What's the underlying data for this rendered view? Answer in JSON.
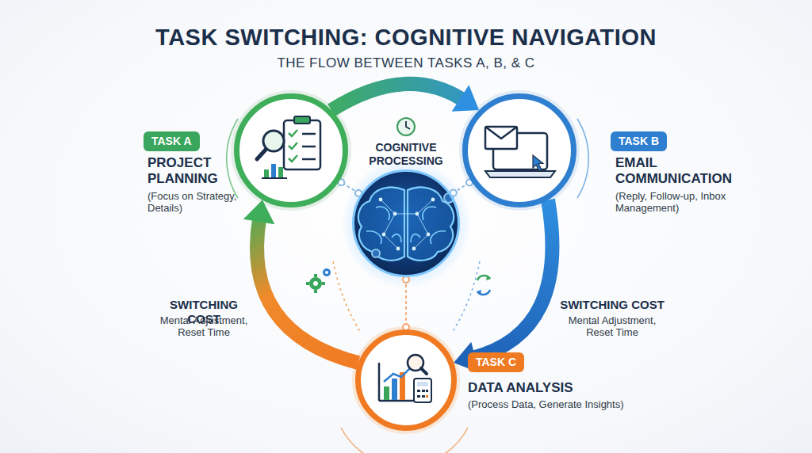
{
  "diagram": {
    "title": "TASK SWITCHING: COGNITIVE NAVIGATION",
    "nodes": [
      {
        "text": [
          "TASK A",
          "PROJECT PLANNING",
          "(Focus on Strategy, Details)"
        ]
      },
      {
        "text": [
          "COGNITIVE PROCESSING"
        ]
      },
      {
        "text": [
          "TASK B",
          "EMAIL COMMUNICATION",
          "(Reply, Follow-up, Inbox Management)"
        ]
      },
      {
        "text": [
          "TASK C",
          "DATA ANALYSIS",
          "(Process Data, Generate Insights)"
        ]
      }
    ],
    "edges": [
      {
        "from": 0,
        "to": 2,
        "arrow": "to"
      },
      {
        "from": 2,
        "to": 3,
        "arrow": "to"
      },
      {
        "from": 3,
        "to": 0,
        "arrow": "to"
      },
      {
        "from": 1,
        "to": 0,
        "arrow": "none"
      },
      {
        "from": 1,
        "to": 2,
        "arrow": "none"
      },
      {
        "from": 1,
        "to": 3,
        "arrow": "none"
      }
    ],
    "labels": [
      "THE FLOW BETWEEN TASKS A, B, & C",
      "SWITCHING COST",
      "Mental Adjustment, Reset Time",
      "SWITCHING COST",
      "Mental Adjustment, Reset Time"
    ]
  }
}
